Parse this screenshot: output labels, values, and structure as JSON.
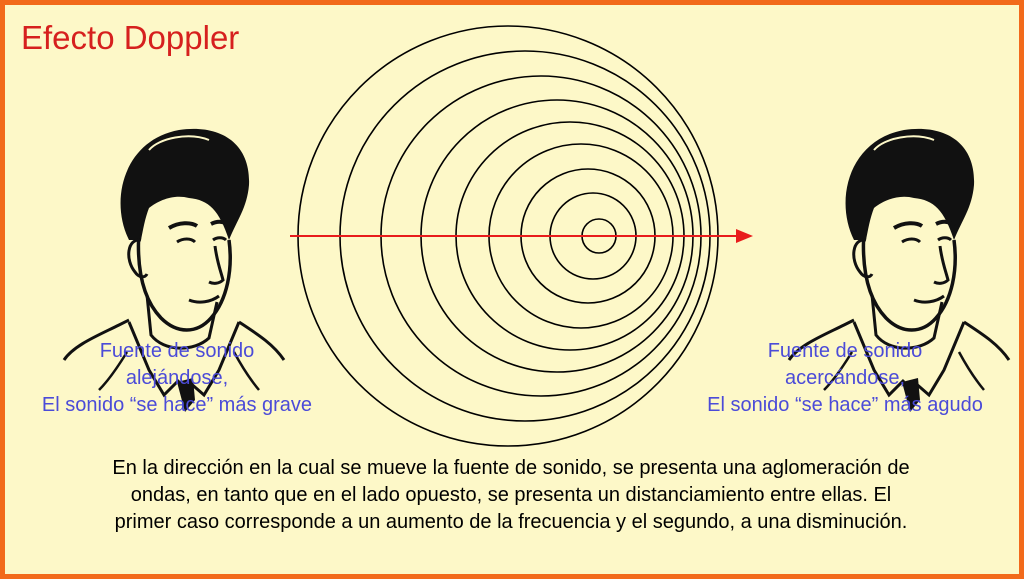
{
  "title": "Efecto Doppler",
  "colors": {
    "background": "#fdf8c8",
    "border": "#f26a1b",
    "title": "#d6201e",
    "caption": "#4b4bd8",
    "arrow": "#e81c1c",
    "wave": "#000000"
  },
  "left_caption": {
    "line1": "Fuente de sonido",
    "line2": "alejándose,",
    "line3": "El sonido “se hace” más grave"
  },
  "right_caption": {
    "line1": "Fuente de sonido",
    "line2": "acercándose,",
    "line3": "El sonido “se hace” más agudo"
  },
  "explanation": {
    "line1": "En la dirección en la cual se mueve la fuente de sonido,  se presenta una aglomeración de",
    "line2": "ondas, en tanto que en el lado opuesto,  se presenta un distanciamiento entre ellas. El",
    "line3": "primer caso corresponde a un aumento de la frecuencia y el segundo, a una disminución."
  },
  "icons": {
    "left_listener": "man-head-icon",
    "right_listener": "man-head-icon",
    "direction": "arrow-right-icon"
  }
}
